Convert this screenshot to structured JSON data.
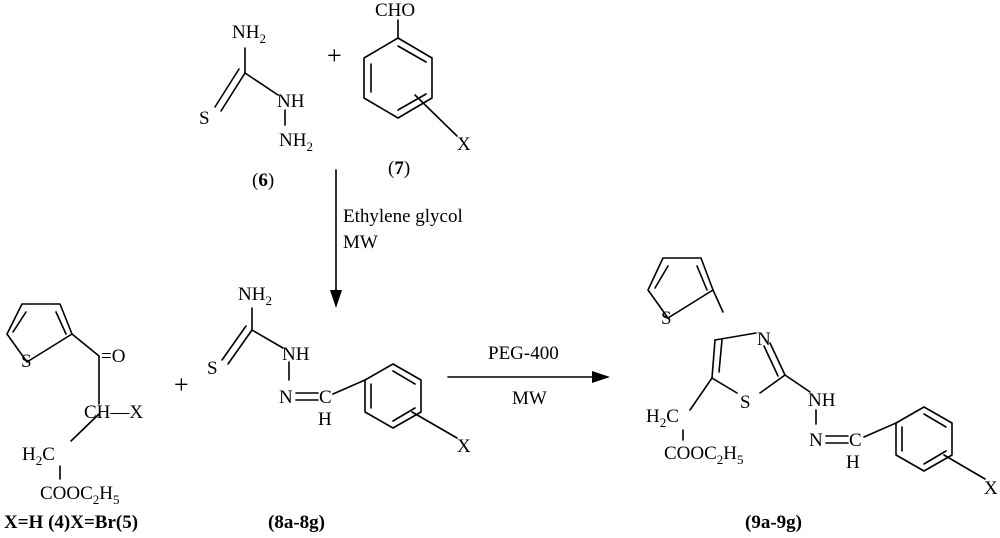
{
  "reagents": {
    "thiosemicarbazide": {
      "nh2_top": "NH",
      "nh2_top_sub": "2",
      "s": "S",
      "nh": "NH",
      "nh2_bottom": "NH",
      "nh2_bottom_sub": "2",
      "label_open": "(",
      "label_num": "6",
      "label_close": ")"
    },
    "plus_top": "+",
    "aldehyde": {
      "cho": "CHO",
      "x": "X",
      "label_open": "(",
      "label_num": "7",
      "label_close": ")"
    }
  },
  "condition_1": {
    "line1": "Ethylene glycol",
    "line2": "MW"
  },
  "ketone": {
    "s": "S",
    "o_bond": "=O",
    "ch_x": "CH—X",
    "h2c_h": "H",
    "h2c_sub": "2",
    "h2c_c": "C",
    "cooet": "COOC",
    "cooet_sub": "2",
    "cooet_h": "H",
    "cooet_sub2": "5",
    "label": "X=H (4)X=Br(5)"
  },
  "plus_bottom": "+",
  "thiosemicarbazone": {
    "nh2": "NH",
    "nh2_sub": "2",
    "s": "S",
    "nh": "NH",
    "n": "N",
    "c": "C",
    "h": "H",
    "x": "X",
    "label": "(8a-8g)"
  },
  "condition_2": {
    "line1": "PEG-400",
    "line2": "MW"
  },
  "product": {
    "thiophene_s": "S",
    "ring_n": "N",
    "ring_s": "S",
    "h2c_h": "H",
    "h2c_sub": "2",
    "h2c_c": "C",
    "cooet": "COOC",
    "cooet_sub": "2",
    "cooet_h": "H",
    "cooet_sub2": "5",
    "nh": "NH",
    "n": "N",
    "c": "C",
    "h": "H",
    "x": "X",
    "label": "(9a-9g)"
  }
}
